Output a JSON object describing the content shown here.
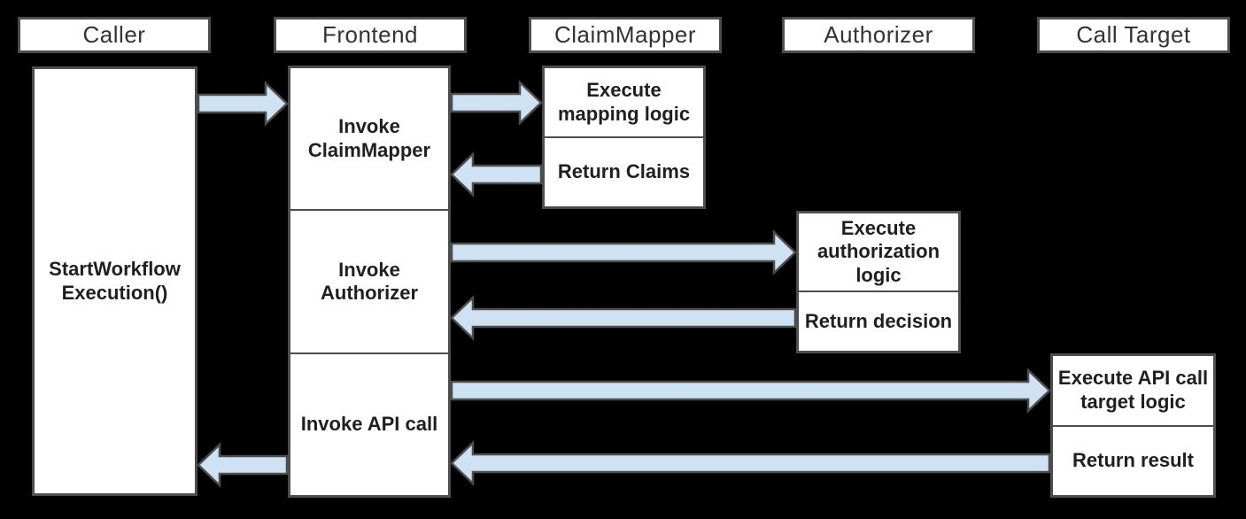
{
  "diagram": {
    "type": "sequence-diagram",
    "colors": {
      "background": "#000000",
      "box_fill": "#ffffff",
      "box_border": "#4d4d4d",
      "arrow_fill": "#cfe2f3",
      "arrow_stroke": "#4d4d4d",
      "text": "#1f1f1f"
    },
    "lanes": [
      {
        "id": "caller",
        "label": "Caller"
      },
      {
        "id": "frontend",
        "label": "Frontend"
      },
      {
        "id": "claimmapper",
        "label": "ClaimMapper"
      },
      {
        "id": "authorizer",
        "label": "Authorizer"
      },
      {
        "id": "calltarget",
        "label": "Call Target"
      }
    ],
    "activations": {
      "caller": {
        "lane": "caller",
        "cells": [
          {
            "label": "StartWorkflow\nExecution()"
          }
        ]
      },
      "frontend": {
        "lane": "frontend",
        "cells": [
          {
            "label": "Invoke\nClaimMapper"
          },
          {
            "label": "Invoke\nAuthorizer"
          },
          {
            "label": "Invoke API call"
          }
        ]
      },
      "claimmapper": {
        "lane": "claimmapper",
        "cells": [
          {
            "label": "Execute\nmapping logic"
          },
          {
            "label": "Return Claims"
          }
        ]
      },
      "authorizer": {
        "lane": "authorizer",
        "cells": [
          {
            "label": "Execute\nauthorization\nlogic"
          },
          {
            "label": "Return decision"
          }
        ]
      },
      "calltarget": {
        "lane": "calltarget",
        "cells": [
          {
            "label": "Execute API call\ntarget logic"
          },
          {
            "label": "Return result"
          }
        ]
      }
    },
    "arrows": [
      {
        "id": "caller-to-frontend",
        "from": "caller",
        "to": "frontend",
        "direction": "right"
      },
      {
        "id": "frontend-to-claimmapper",
        "from": "frontend",
        "to": "claimmapper",
        "direction": "right"
      },
      {
        "id": "claimmapper-to-frontend",
        "from": "claimmapper",
        "to": "frontend",
        "direction": "left"
      },
      {
        "id": "frontend-to-authorizer",
        "from": "frontend",
        "to": "authorizer",
        "direction": "right"
      },
      {
        "id": "authorizer-to-frontend",
        "from": "authorizer",
        "to": "frontend",
        "direction": "left"
      },
      {
        "id": "frontend-to-calltarget",
        "from": "frontend",
        "to": "calltarget",
        "direction": "right"
      },
      {
        "id": "calltarget-to-frontend",
        "from": "calltarget",
        "to": "frontend",
        "direction": "left"
      },
      {
        "id": "frontend-to-caller",
        "from": "frontend",
        "to": "caller",
        "direction": "left"
      }
    ]
  }
}
